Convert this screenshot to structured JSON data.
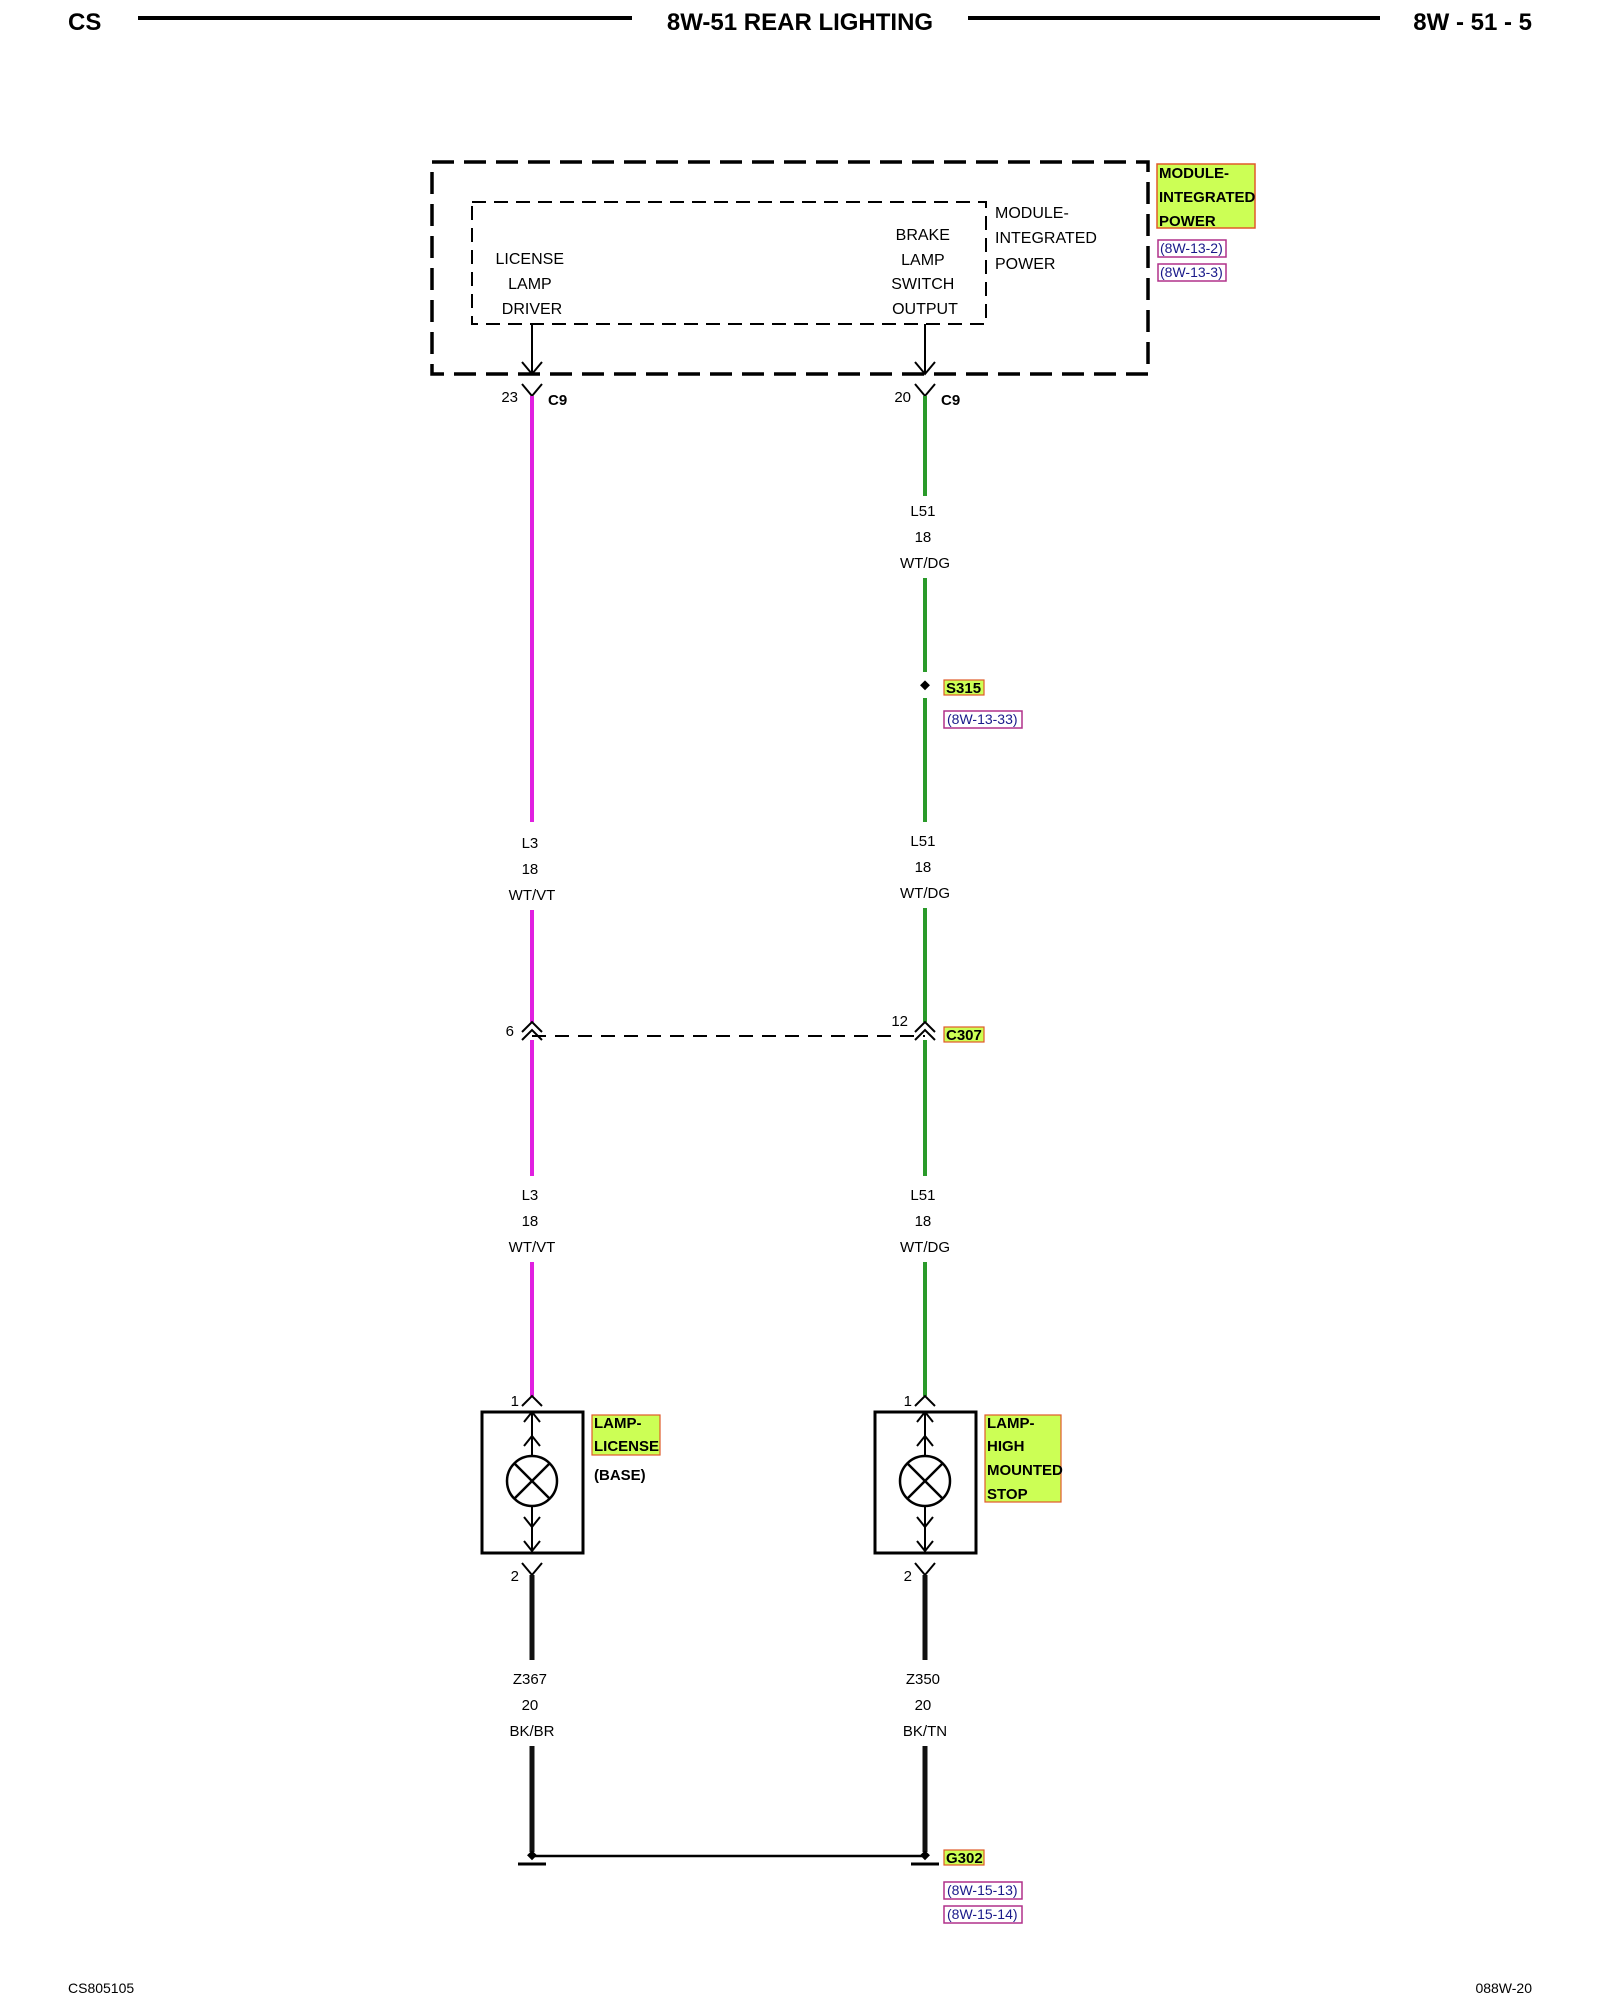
{
  "header": {
    "left": "CS",
    "title": "8W-51 REAR LIGHTING",
    "right": "8W - 51 - 5"
  },
  "footer": {
    "left": "CS805105",
    "right": "088W-20"
  },
  "module": {
    "tag": [
      "MODULE-",
      "INTEGRATED",
      "POWER"
    ],
    "refs": [
      "(8W-13-2)",
      "(8W-13-3)"
    ],
    "inner_name": [
      "MODULE-",
      "INTEGRATED",
      "POWER"
    ],
    "license_driver": [
      "LICENSE",
      "LAMP",
      "DRIVER"
    ],
    "brake_output": [
      "BRAKE",
      "LAMP",
      "SWITCH",
      "OUTPUT"
    ]
  },
  "connectors": {
    "c9_left_pin": "23",
    "c9_right_pin": "20",
    "c9_label": "C9",
    "c307_left_pin": "6",
    "c307_right_pin": "12",
    "c307_label": "C307"
  },
  "splice": {
    "label": "S315",
    "ref": "(8W-13-33)"
  },
  "wires": {
    "l51_top": [
      "L51",
      "18",
      "WT/DG"
    ],
    "l3_mid": [
      "L3",
      "18",
      "WT/VT"
    ],
    "l51_mid": [
      "L51",
      "18",
      "WT/DG"
    ],
    "l3_low": [
      "L3",
      "18",
      "WT/VT"
    ],
    "l51_low": [
      "L51",
      "18",
      "WT/DG"
    ],
    "z367": [
      "Z367",
      "20",
      "BK/BR"
    ],
    "z350": [
      "Z350",
      "20",
      "BK/TN"
    ]
  },
  "lamps": {
    "license_tag": [
      "LAMP-",
      "LICENSE"
    ],
    "license_note": "(BASE)",
    "license_pin1": "1",
    "license_pin2": "2",
    "hms_tag": [
      "LAMP-",
      "HIGH",
      "MOUNTED",
      "STOP"
    ],
    "hms_pin1": "1",
    "hms_pin2": "2"
  },
  "ground": {
    "label": "G302",
    "refs": [
      "(8W-15-13)",
      "(8W-15-14)"
    ]
  },
  "colors": {
    "violet_wire": "#e020e0",
    "green_wire": "#2a9a2a",
    "black_wire": "#111111",
    "highlight": "#ccff55",
    "highlight_border": "#e05a2a",
    "ref_border": "#b0308a"
  }
}
